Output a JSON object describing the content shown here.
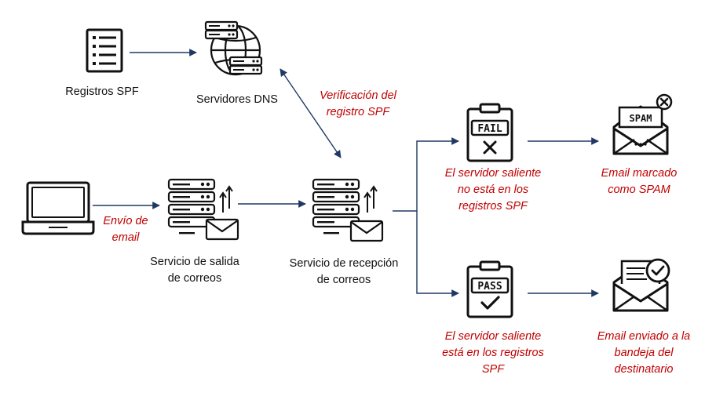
{
  "colors": {
    "arrow": "#1f3864",
    "annotation": "#c00000",
    "icon": "#111111"
  },
  "nodes": {
    "spf_records": {
      "icon": "document-list-icon",
      "label": "Registros SPF"
    },
    "dns_servers": {
      "icon": "server-globe-icon",
      "label": "Servidores DNS"
    },
    "laptop": {
      "icon": "laptop-icon"
    },
    "outgoing_service": {
      "icon": "server-mail-icon",
      "label_line1": "Servicio de salida",
      "label_line2": "de correos"
    },
    "incoming_service": {
      "icon": "server-mail-icon",
      "label_line1": "Servicio de recepción",
      "label_line2": "de correos"
    },
    "fail_check": {
      "icon": "clipboard-fail-icon",
      "badge": "FAIL",
      "label_line1": "El servidor saliente",
      "label_line2": "no está en los",
      "label_line3": "registros SPF"
    },
    "spam_mail": {
      "icon": "spam-envelope-icon",
      "badge": "SPAM",
      "label_line1": "Email marcado",
      "label_line2": "como SPAM"
    },
    "pass_check": {
      "icon": "clipboard-pass-icon",
      "badge": "PASS",
      "label_line1": "El servidor saliente",
      "label_line2": "está en los registros",
      "label_line3": "SPF"
    },
    "inbox_mail": {
      "icon": "envelope-check-icon",
      "label_line1": "Email enviado a la",
      "label_line2": "bandeja del",
      "label_line3": "destinatario"
    }
  },
  "edge_labels": {
    "send_email_line1": "Envío de",
    "send_email_line2": "email",
    "spf_verification_line1": "Verificación del",
    "spf_verification_line2": "registro SPF"
  }
}
